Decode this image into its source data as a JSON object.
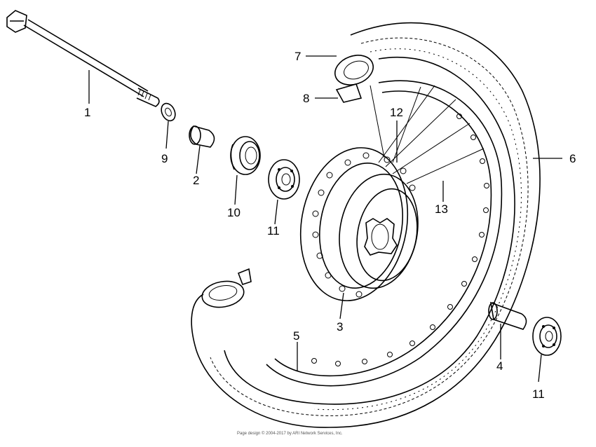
{
  "callouts": {
    "c1": "1",
    "c2": "2",
    "c3": "3",
    "c4": "4",
    "c5": "5",
    "c6": "6",
    "c7": "7",
    "c8": "8",
    "c9": "9",
    "c10": "10",
    "c11a": "11",
    "c11b": "11",
    "c12": "12",
    "c13": "13"
  },
  "footer": "Page design © 2004-2017 by ARI Network Services, Inc."
}
